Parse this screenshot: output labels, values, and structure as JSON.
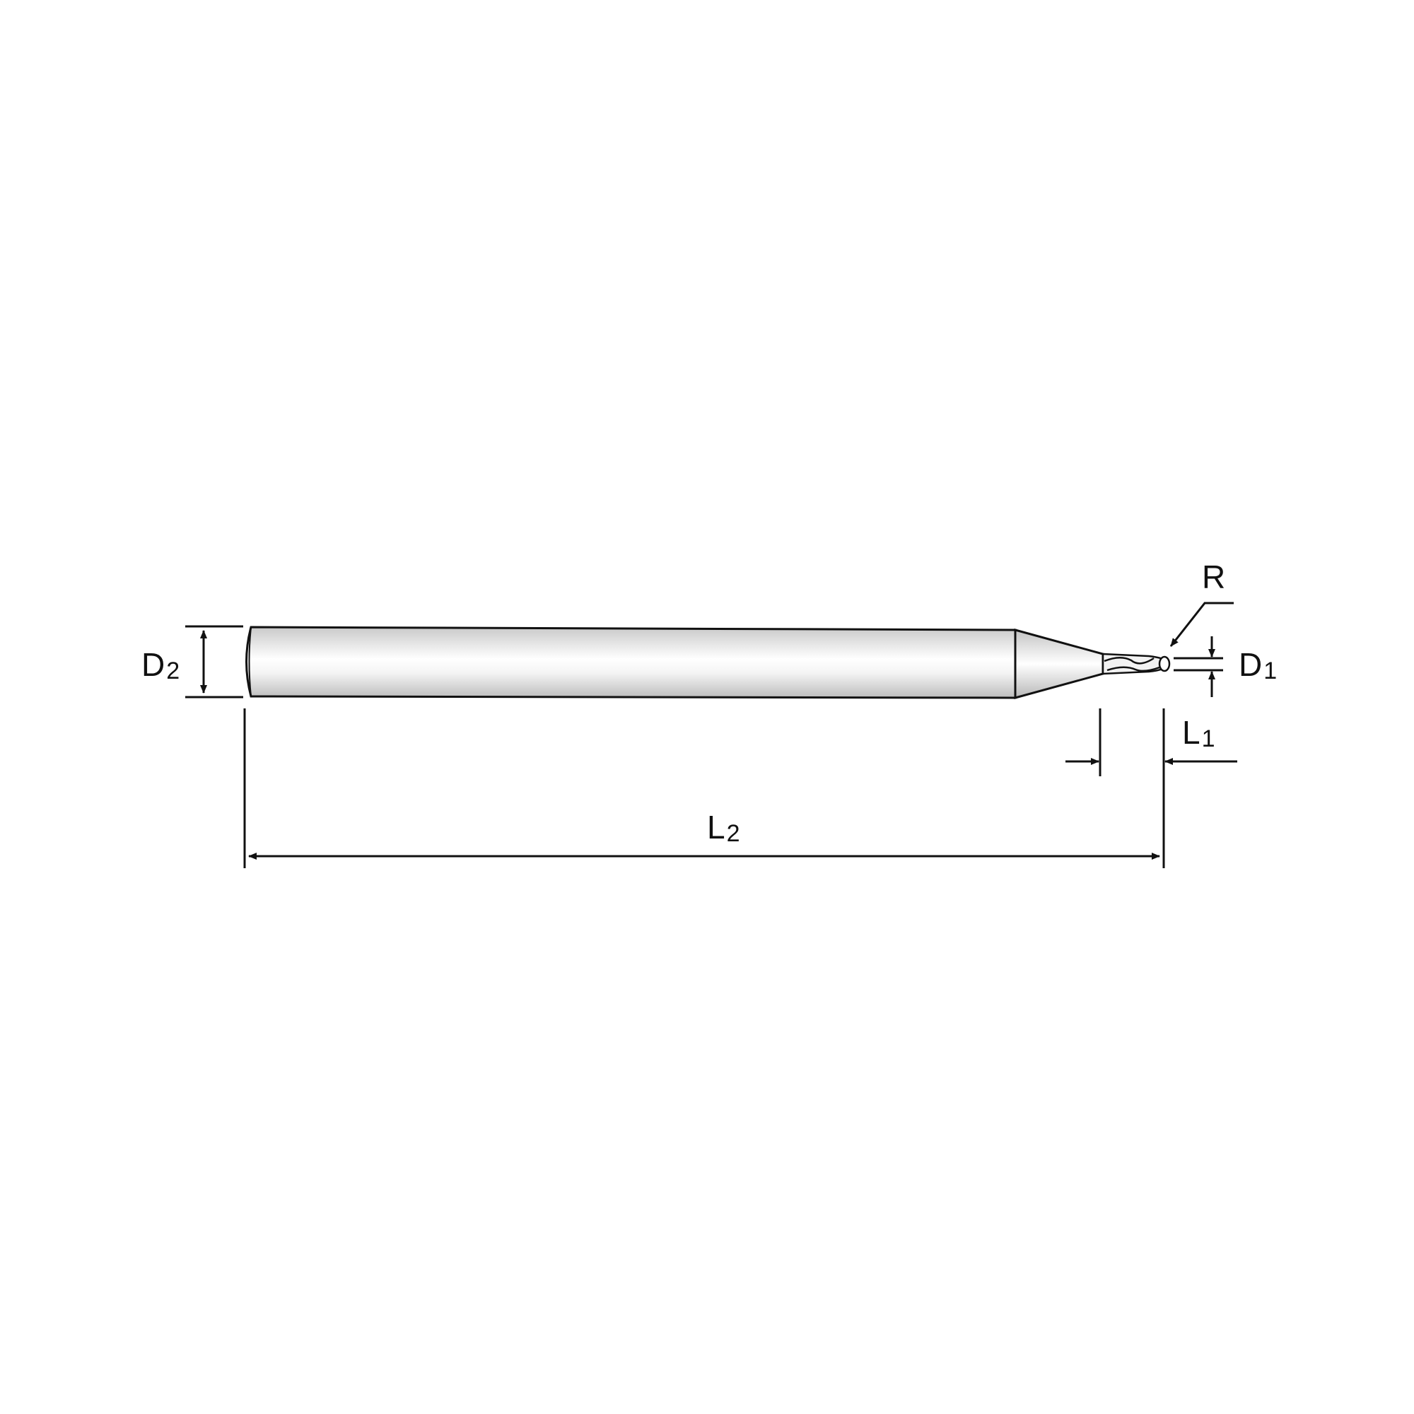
{
  "labels": {
    "d2": {
      "main": "D",
      "sub": "2"
    },
    "d1": {
      "main": "D",
      "sub": "1"
    },
    "l1": {
      "main": "L",
      "sub": "1"
    },
    "l2": {
      "main": "L",
      "sub": "2"
    },
    "r": "R"
  },
  "colors": {
    "background": "#ffffff",
    "line": "#111111",
    "shank_light": "#ffffff",
    "shank_dark": "#c8c8c8"
  }
}
